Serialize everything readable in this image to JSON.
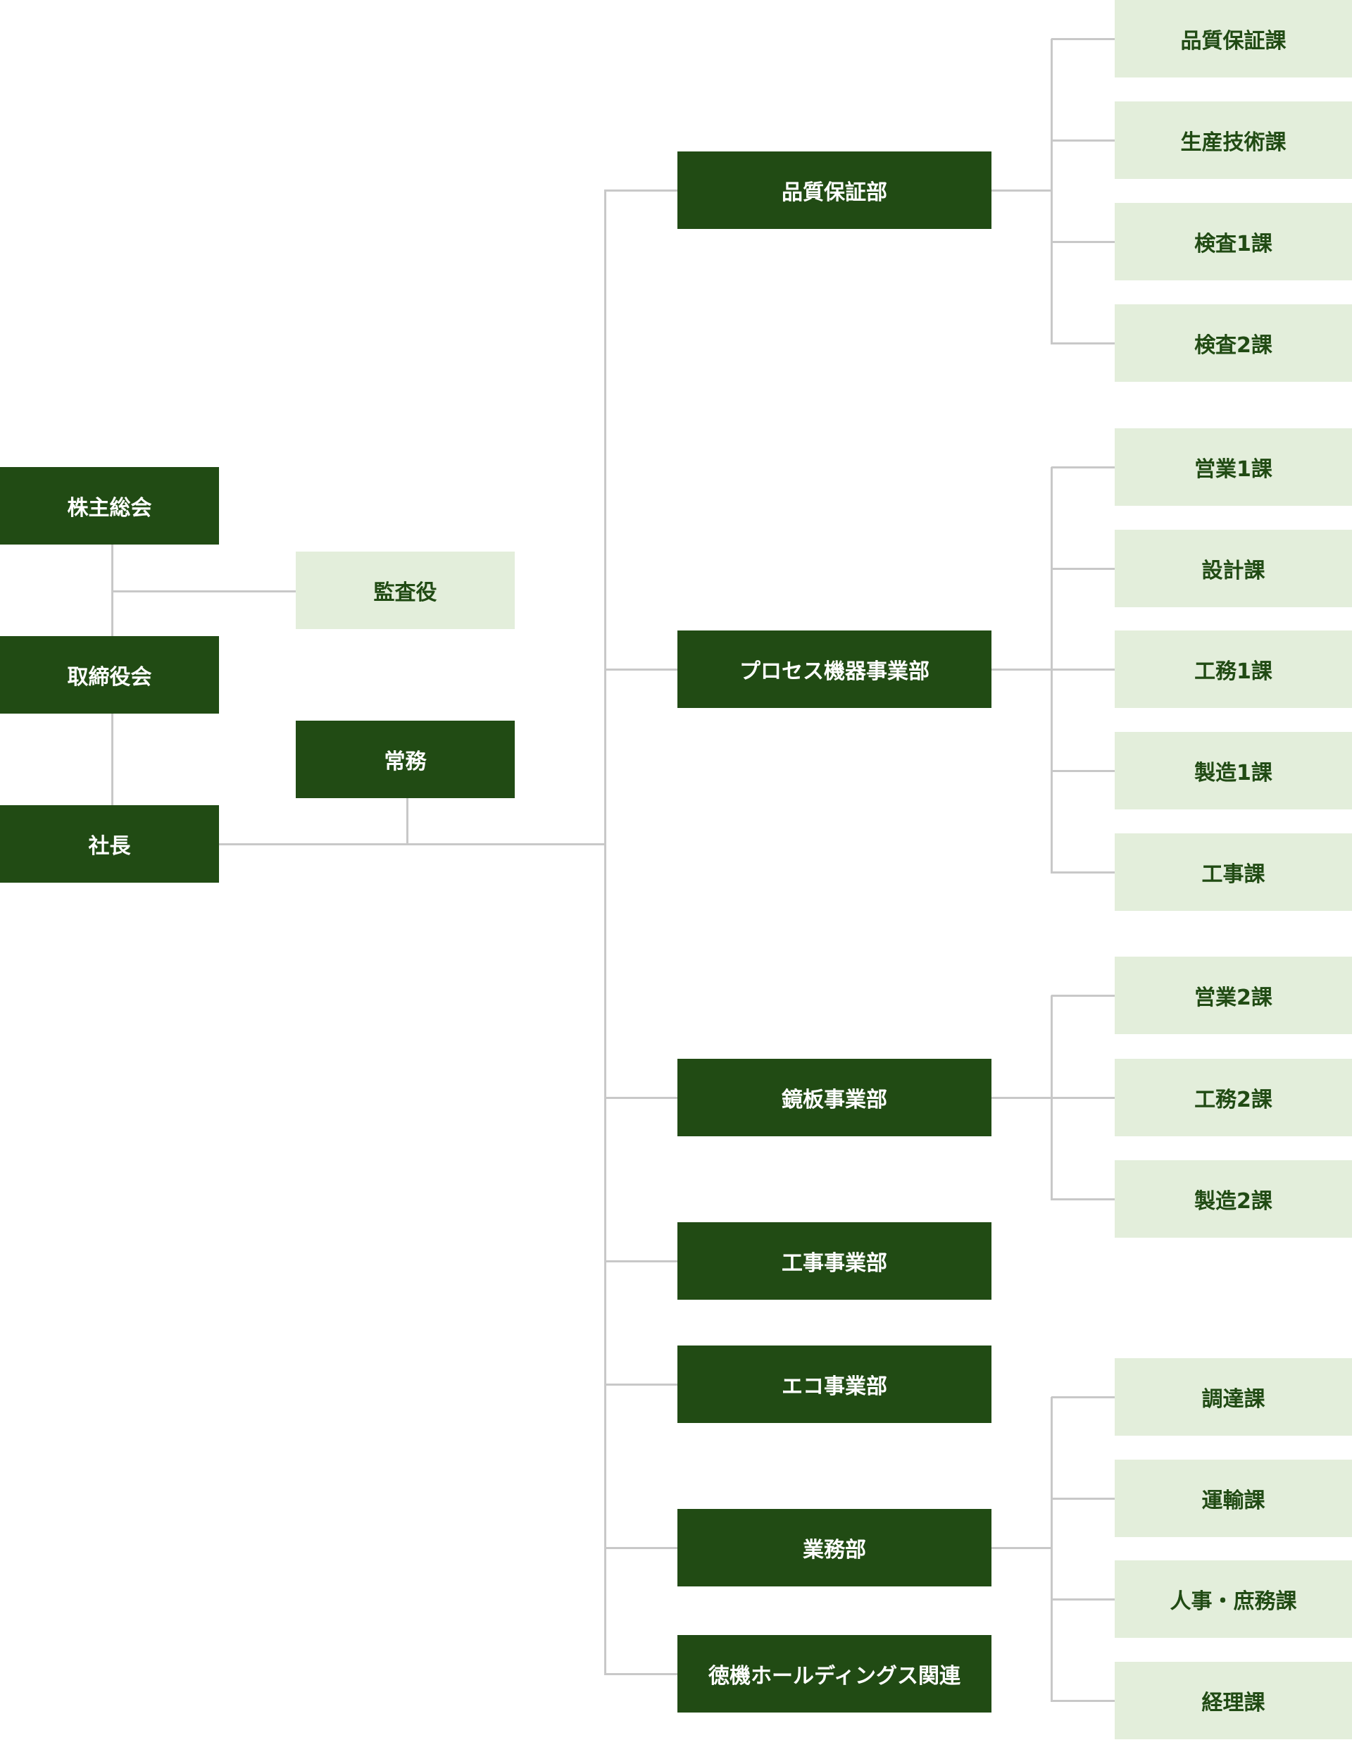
{
  "colors": {
    "dark_box": "#214b14",
    "dark_text": "#ffffff",
    "light_box": "#e3eedb",
    "light_text": "#214b14",
    "connector": "#c8c8c8"
  },
  "org": {
    "shareholders": "株主総会",
    "board": "取締役会",
    "auditor": "監査役",
    "president": "社長",
    "managing_director": "常務",
    "departments": [
      {
        "name": "品質保証部",
        "sections": [
          "品質保証課",
          "生産技術課",
          "検査1課",
          "検査2課"
        ]
      },
      {
        "name": "プロセス機器事業部",
        "sections": [
          "営業1課",
          "設計課",
          "工務1課",
          "製造1課",
          "工事課"
        ]
      },
      {
        "name": "鏡板事業部",
        "sections": [
          "営業2課",
          "工務2課",
          "製造2課"
        ]
      },
      {
        "name": "工事事業部",
        "sections": []
      },
      {
        "name": "エコ事業部",
        "sections": []
      },
      {
        "name": "業務部",
        "sections": [
          "調達課",
          "運輸課",
          "人事・庶務課",
          "経理課"
        ]
      },
      {
        "name": "徳機ホールディングス関連",
        "sections": []
      }
    ]
  }
}
